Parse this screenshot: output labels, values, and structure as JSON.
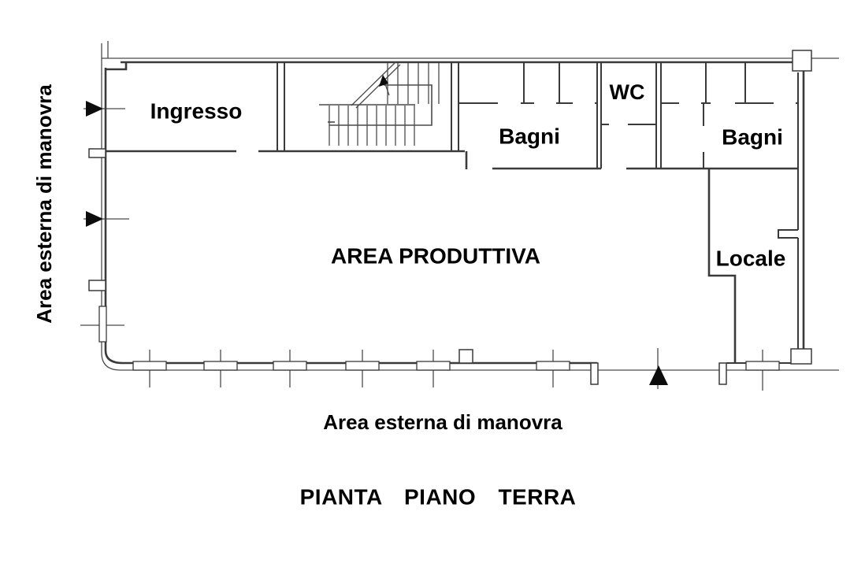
{
  "drawing": {
    "title": "PIANTA PIANO TERRA",
    "type_note": "architectural ground floor plan",
    "rooms": {
      "ingresso": "Ingresso",
      "bagni_left": "Bagni",
      "wc": "WC",
      "bagni_right": "Bagni",
      "area_produttiva": "AREA PRODUTTIVA",
      "locale": "Locale"
    },
    "annotations": {
      "left_area": "Area esterna di manovra",
      "bottom_area": "Area esterna di manovra"
    },
    "colors": {
      "background": "#ffffff",
      "line": "#3a3a3a",
      "thin_line": "#4a4a4a",
      "text": "#000000",
      "arrow": "#0c0c0c"
    }
  }
}
